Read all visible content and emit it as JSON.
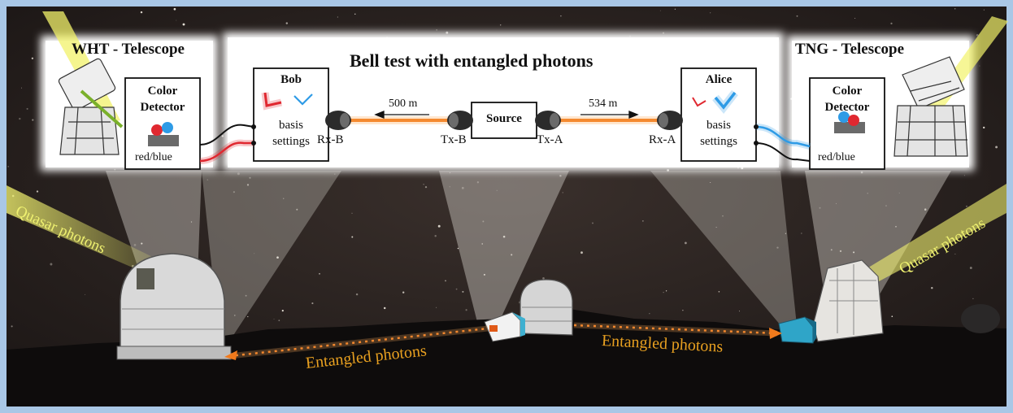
{
  "title": "Bell test with entangled photons",
  "left_telescope": {
    "name": "WHT - Telescope",
    "detector_line1": "Color",
    "detector_line2": "Detector",
    "output": "red/blue"
  },
  "right_telescope": {
    "name": "TNG - Telescope",
    "detector_line1": "Color",
    "detector_line2": "Detector",
    "output": "red/blue"
  },
  "bob": {
    "name": "Bob",
    "basis_line1": "basis",
    "basis_line2": "settings"
  },
  "alice": {
    "name": "Alice",
    "basis_line1": "basis",
    "basis_line2": "settings"
  },
  "source": {
    "label": "Source"
  },
  "distances": {
    "bob_link": "500 m",
    "alice_link": "534 m"
  },
  "ports": {
    "rx_b": "Rx-B",
    "tx_b": "Tx-B",
    "tx_a": "Tx-A",
    "rx_a": "Rx-A"
  },
  "photons": {
    "left_label": "Entangled photons",
    "right_label": "Entangled photons"
  },
  "quasars": {
    "left_label": "Quasar photons",
    "right_label": "Quasar photons"
  },
  "colors": {
    "border": "#a9c7e6",
    "sky": "#2a2221",
    "ground": "#0e0c0c",
    "photon": "#f07a1c",
    "quasar": "#f2f26a",
    "red": "#e02830",
    "blue": "#2e9be6"
  }
}
